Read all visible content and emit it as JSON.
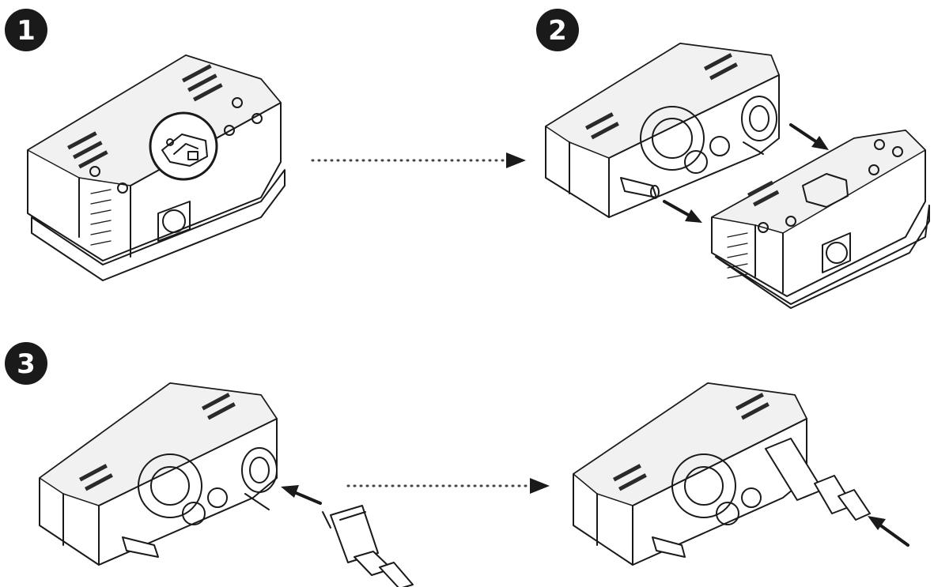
{
  "steps": [
    {
      "label": "1"
    },
    {
      "label": "2"
    },
    {
      "label": "3"
    }
  ],
  "colors": {
    "badge": "#1a1a1a",
    "line": "#1a1a1a",
    "background": "#ffffff"
  }
}
